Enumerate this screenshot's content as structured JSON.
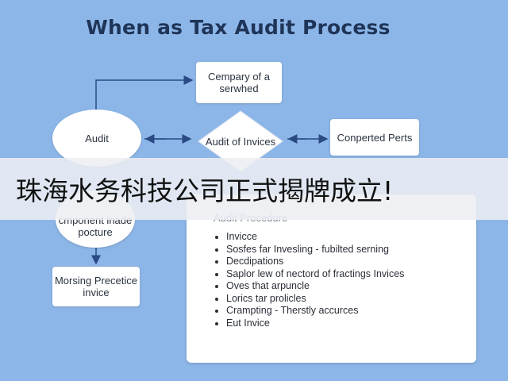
{
  "title": "When as Tax Audit Process",
  "nodes": {
    "company": "Cempary of a serwhed",
    "audit": "Audit",
    "audit_invoices": "Audit of Invices",
    "converted": "Conperted Perts",
    "component": "cmponent inade pocture",
    "morning": "Morsing Precetice invice"
  },
  "panel": {
    "title": "Audit Procedure",
    "items": [
      "Invicce",
      "Sosfes far Invesling - fubilted serning",
      "Decdipations",
      "Saplor lew of nectord of fractings Invices",
      "Oves that arpuncle",
      "Lorics tar prolicles",
      "Crampting - Therstly accurces",
      "Eut Invice"
    ]
  },
  "banner": {
    "text": "珠海水务科技公司正式揭牌成立!"
  },
  "colors": {
    "background": "#8db6e8",
    "arrow": "#2a4a86",
    "banner": "#eceef2"
  }
}
